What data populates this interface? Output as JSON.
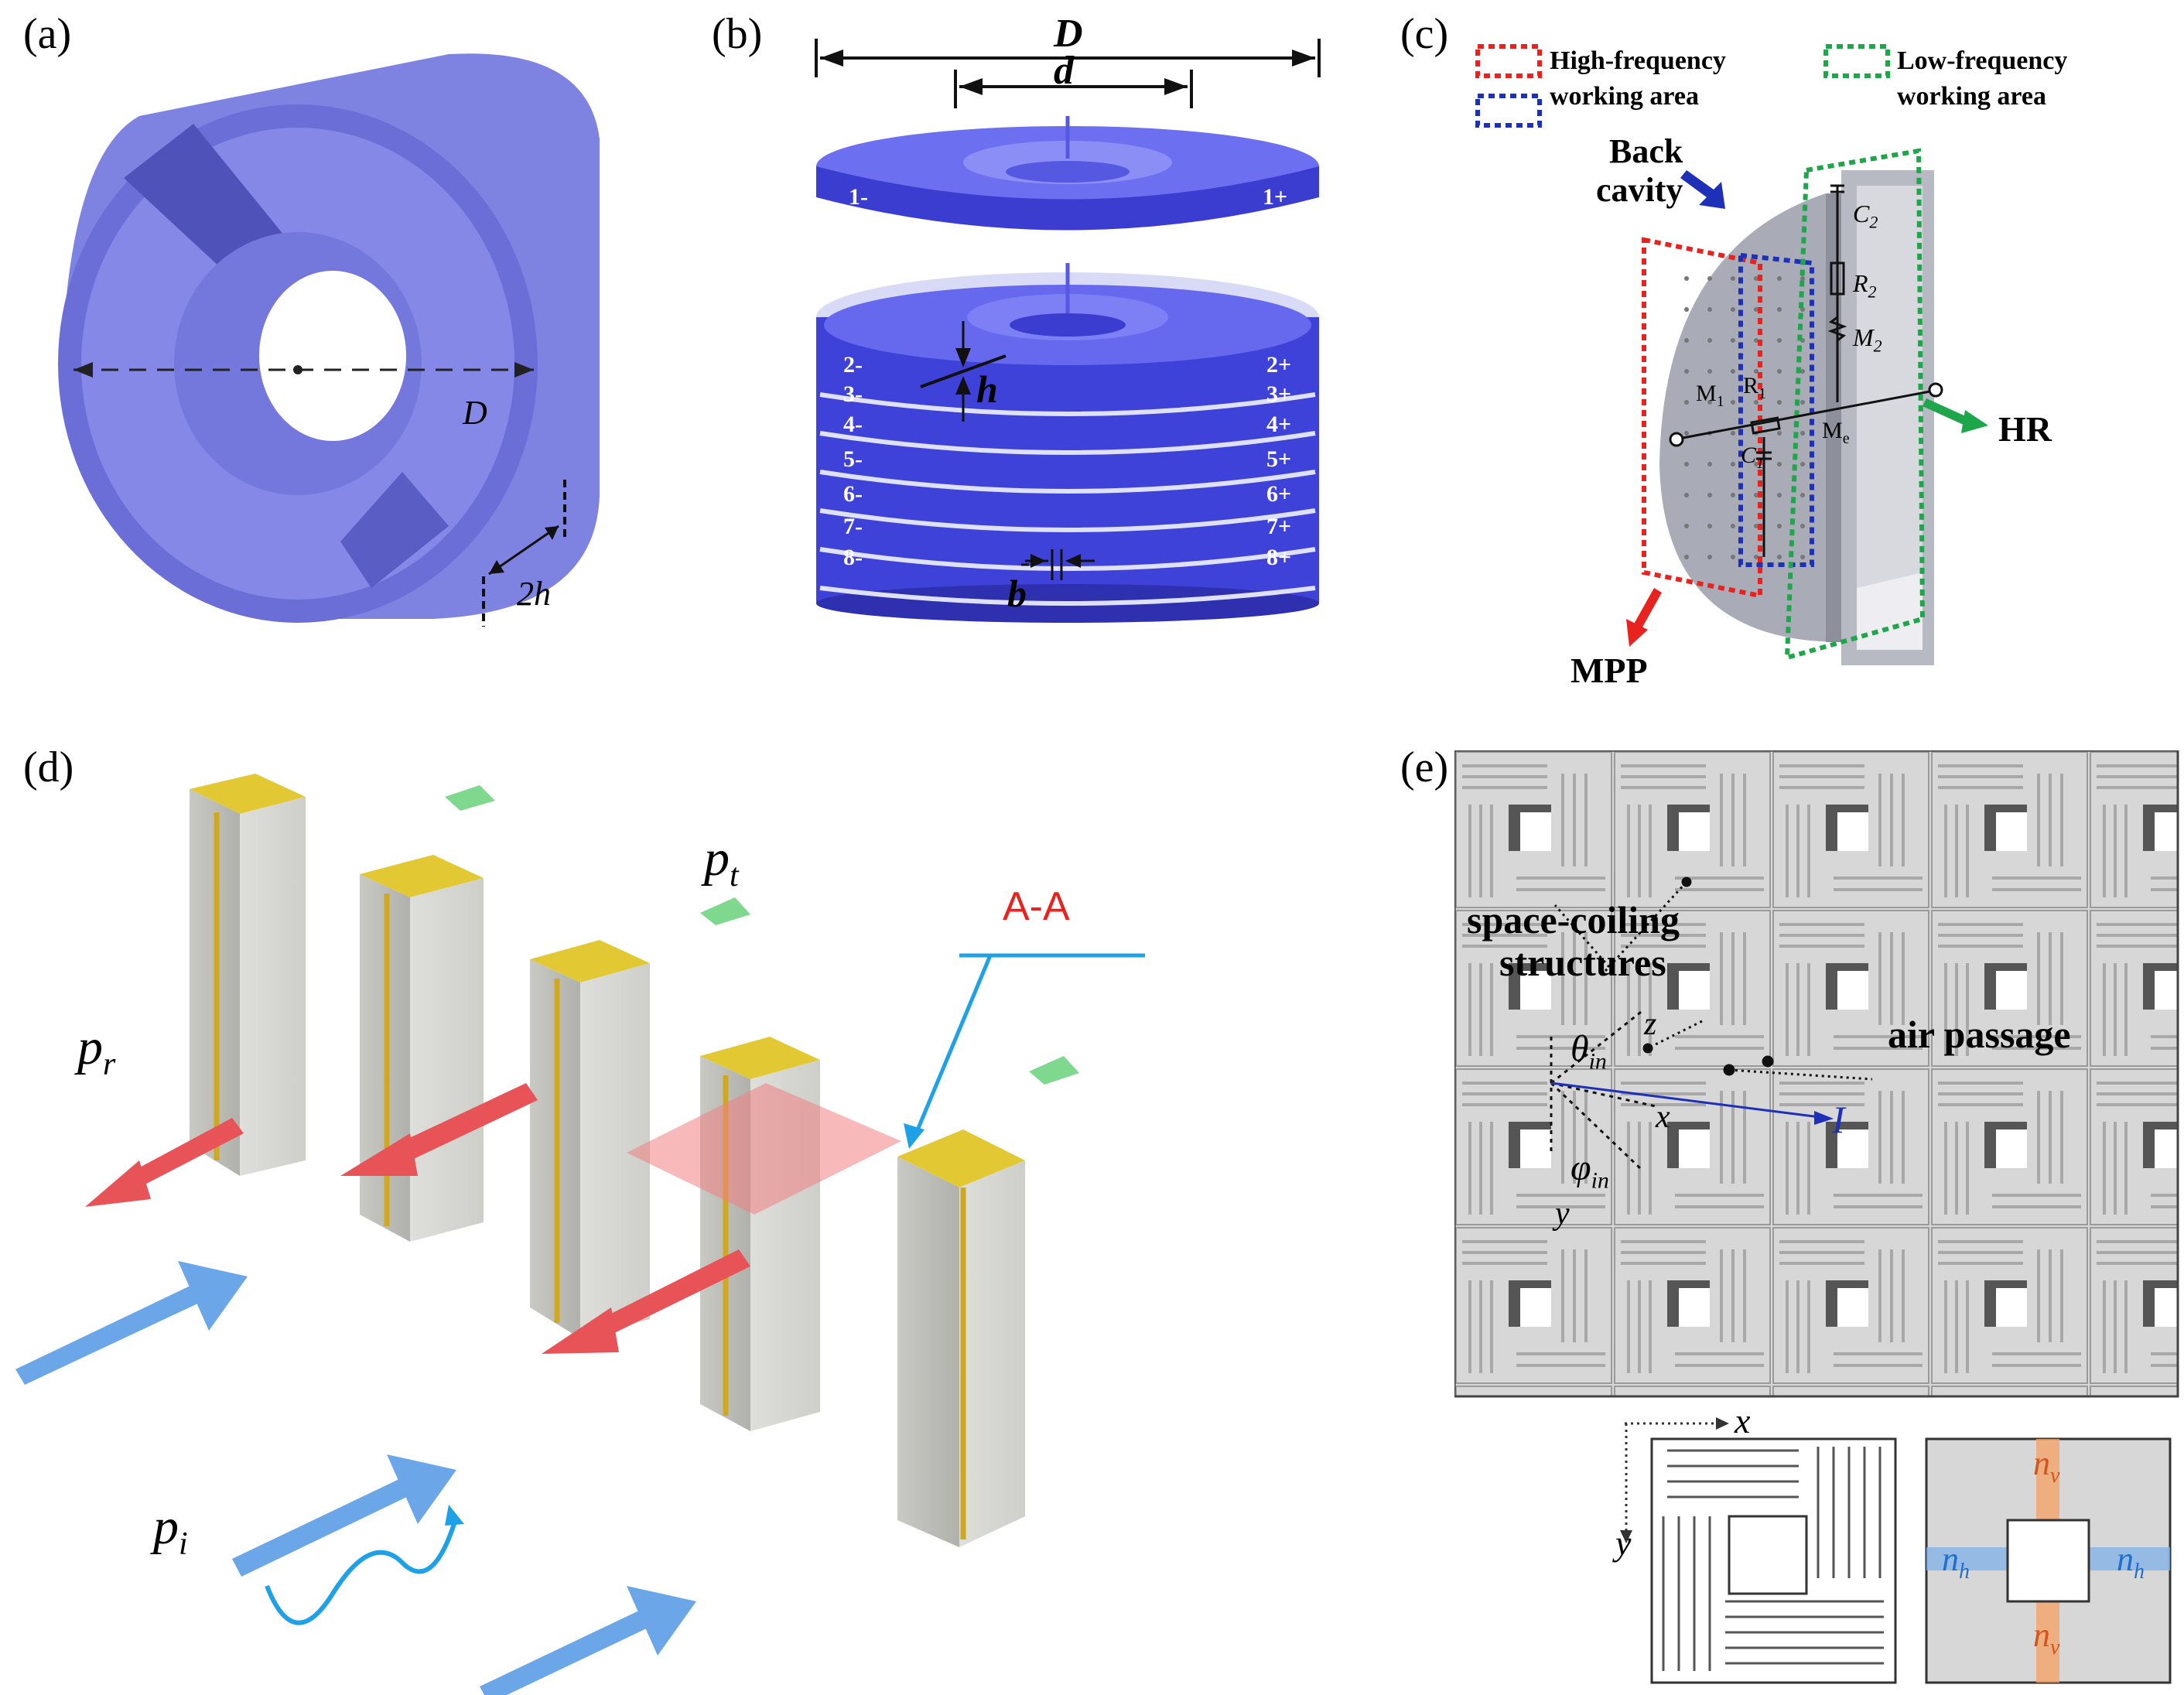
{
  "panels": {
    "a": {
      "label": "(a)",
      "dim_D": "D",
      "dim_2h": "2h"
    },
    "b": {
      "label": "(b)",
      "dim_D": "D",
      "dim_d": "d",
      "dim_h": "h",
      "dim_b": "b",
      "left_ports": [
        "1-",
        "2-",
        "3-",
        "4-",
        "5-",
        "6-",
        "7-",
        "8-"
      ],
      "right_ports": [
        "1+",
        "2+",
        "3+",
        "4+",
        "5+",
        "6+",
        "7+",
        "8+"
      ]
    },
    "c": {
      "label": "(c)",
      "legend_high_line1": "High-frequency",
      "legend_high_line2": "working area",
      "legend_low_line1": "Low-frequency",
      "legend_low_line2": "working area",
      "back_cavity_line1": "Back",
      "back_cavity_line2": "cavity",
      "hr": "HR",
      "mpp": "MPP",
      "c2": "C",
      "c2_sub": "2",
      "r2": "R",
      "r2_sub": "2",
      "m2": "M",
      "m2_sub": "2",
      "m1": "M",
      "m1_sub": "1",
      "r1": "R",
      "r1_sub": "1",
      "me": "M",
      "me_sub": "e",
      "c1": "C",
      "c1_sub": "1",
      "colors": {
        "high_red": "#e8231f",
        "high_blue": "#1e2fb8",
        "low_green": "#1ea64a"
      }
    },
    "d": {
      "label": "(d)",
      "pr": "p",
      "pr_sub": "r",
      "pt": "p",
      "pt_sub": "t",
      "pi": "p",
      "pi_sub": "i",
      "section": "A-A"
    },
    "e": {
      "label": "(e)",
      "space_coiling_line1": "space-coiling",
      "space_coiling_line2": "structures",
      "air_passage": "air passage",
      "theta": "θ",
      "theta_sub": "in",
      "phi": "φ",
      "phi_sub": "in",
      "axis_z": "z",
      "axis_x": "x",
      "axis_y": "y",
      "vec_I": "I",
      "unit_x": "x",
      "unit_y": "y",
      "nh": "n",
      "nh_sub": "h",
      "nv": "n",
      "nv_sub": "v"
    }
  }
}
